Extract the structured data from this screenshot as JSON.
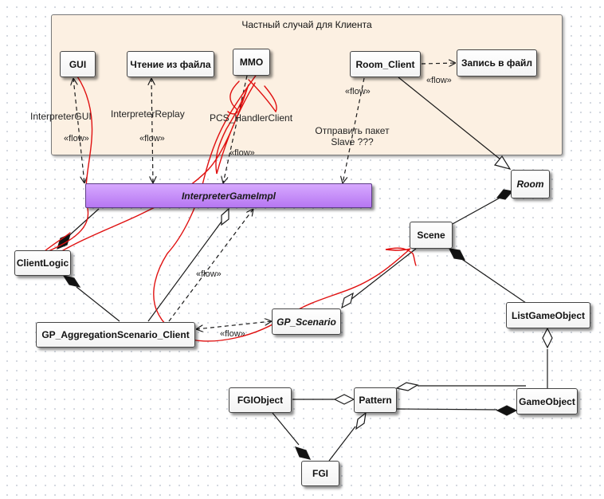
{
  "package": {
    "title": "Частный случай для Клиента"
  },
  "classes": {
    "gui": "GUI",
    "read_file": "Чтение из файла",
    "mmo": "MMO",
    "room_client": "Room_Client",
    "write_file": "Запись в файл",
    "interpreter_impl": "InterpreterGameImpl",
    "room": "Room",
    "scene": "Scene",
    "client_logic": "ClientLogic",
    "list_game_object": "ListGameObject",
    "gp_aggregation": "GP_AggregationScenario_Client",
    "gp_scenario": "GP_Scenario",
    "fgi_object": "FGIObject",
    "pattern": "Pattern",
    "game_object": "GameObject",
    "fgi": "FGI"
  },
  "labels": {
    "interpreter_gui": "InterpreterGUI",
    "interpreter_replay": "InterpreterReplay",
    "pcs_handler": "PCS_HandlerClient",
    "send_packet_line1": "Отправить пакет",
    "send_packet_line2": "Slave ???",
    "flow": "«flow»"
  },
  "colors": {
    "package_fill": "#fcf0e2",
    "interface_fill": "#c08cf5",
    "annotation_red": "#e01010",
    "connector": "#1a1a1a"
  }
}
